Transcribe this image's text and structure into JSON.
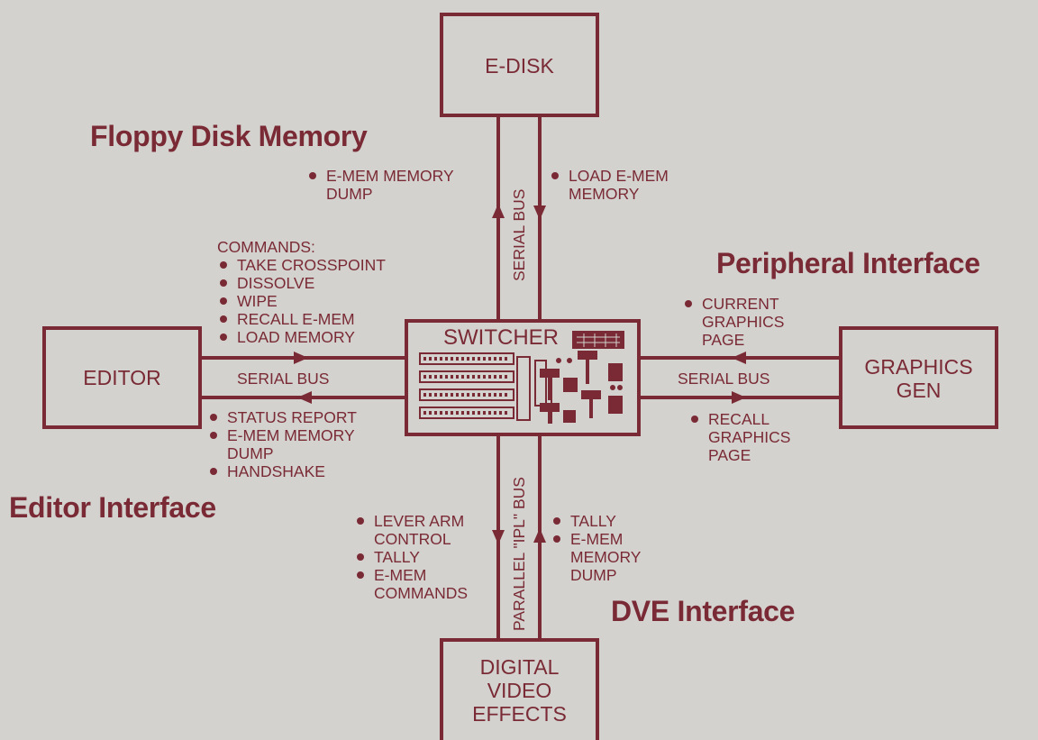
{
  "colors": {
    "ink": "#7a2a34",
    "paper": "#d3d2cf"
  },
  "boxes": {
    "edisk": "E-DISK",
    "editor": "EDITOR",
    "switcher": "SWITCHER",
    "graphics": [
      "GRAPHICS",
      "GEN"
    ],
    "dve": [
      "DIGITAL",
      "VIDEO",
      "EFFECTS"
    ]
  },
  "headings": {
    "floppy": "Floppy Disk Memory",
    "peripheral": "Peripheral Interface",
    "editor": "Editor Interface",
    "dve": "DVE Interface"
  },
  "buses": {
    "top": "SERIAL BUS",
    "left": "SERIAL BUS",
    "right": "SERIAL BUS",
    "bottom": "PARALLEL \"IPL\" BUS"
  },
  "notes": {
    "top_left": [
      "E-MEM MEMORY",
      "DUMP"
    ],
    "top_right": [
      "LOAD E-MEM",
      "MEMORY"
    ],
    "editor_commands_title": "COMMANDS:",
    "editor_commands": [
      "TAKE CROSSPOINT",
      "DISSOLVE",
      "WIPE",
      "RECALL E-MEM",
      "LOAD MEMORY"
    ],
    "editor_returns": [
      [
        "STATUS REPORT"
      ],
      [
        "E-MEM MEMORY",
        "DUMP"
      ],
      [
        "HANDSHAKE"
      ]
    ],
    "graphics_top": [
      "CURRENT",
      "GRAPHICS",
      "PAGE"
    ],
    "graphics_bottom": [
      "RECALL",
      "GRAPHICS",
      "PAGE"
    ],
    "dve_left": [
      [
        "LEVER ARM",
        "CONTROL"
      ],
      [
        "TALLY"
      ],
      [
        "E-MEM",
        "COMMANDS"
      ]
    ],
    "dve_right": [
      [
        "TALLY"
      ],
      [
        "E-MEM",
        "MEMORY",
        "DUMP"
      ]
    ]
  }
}
